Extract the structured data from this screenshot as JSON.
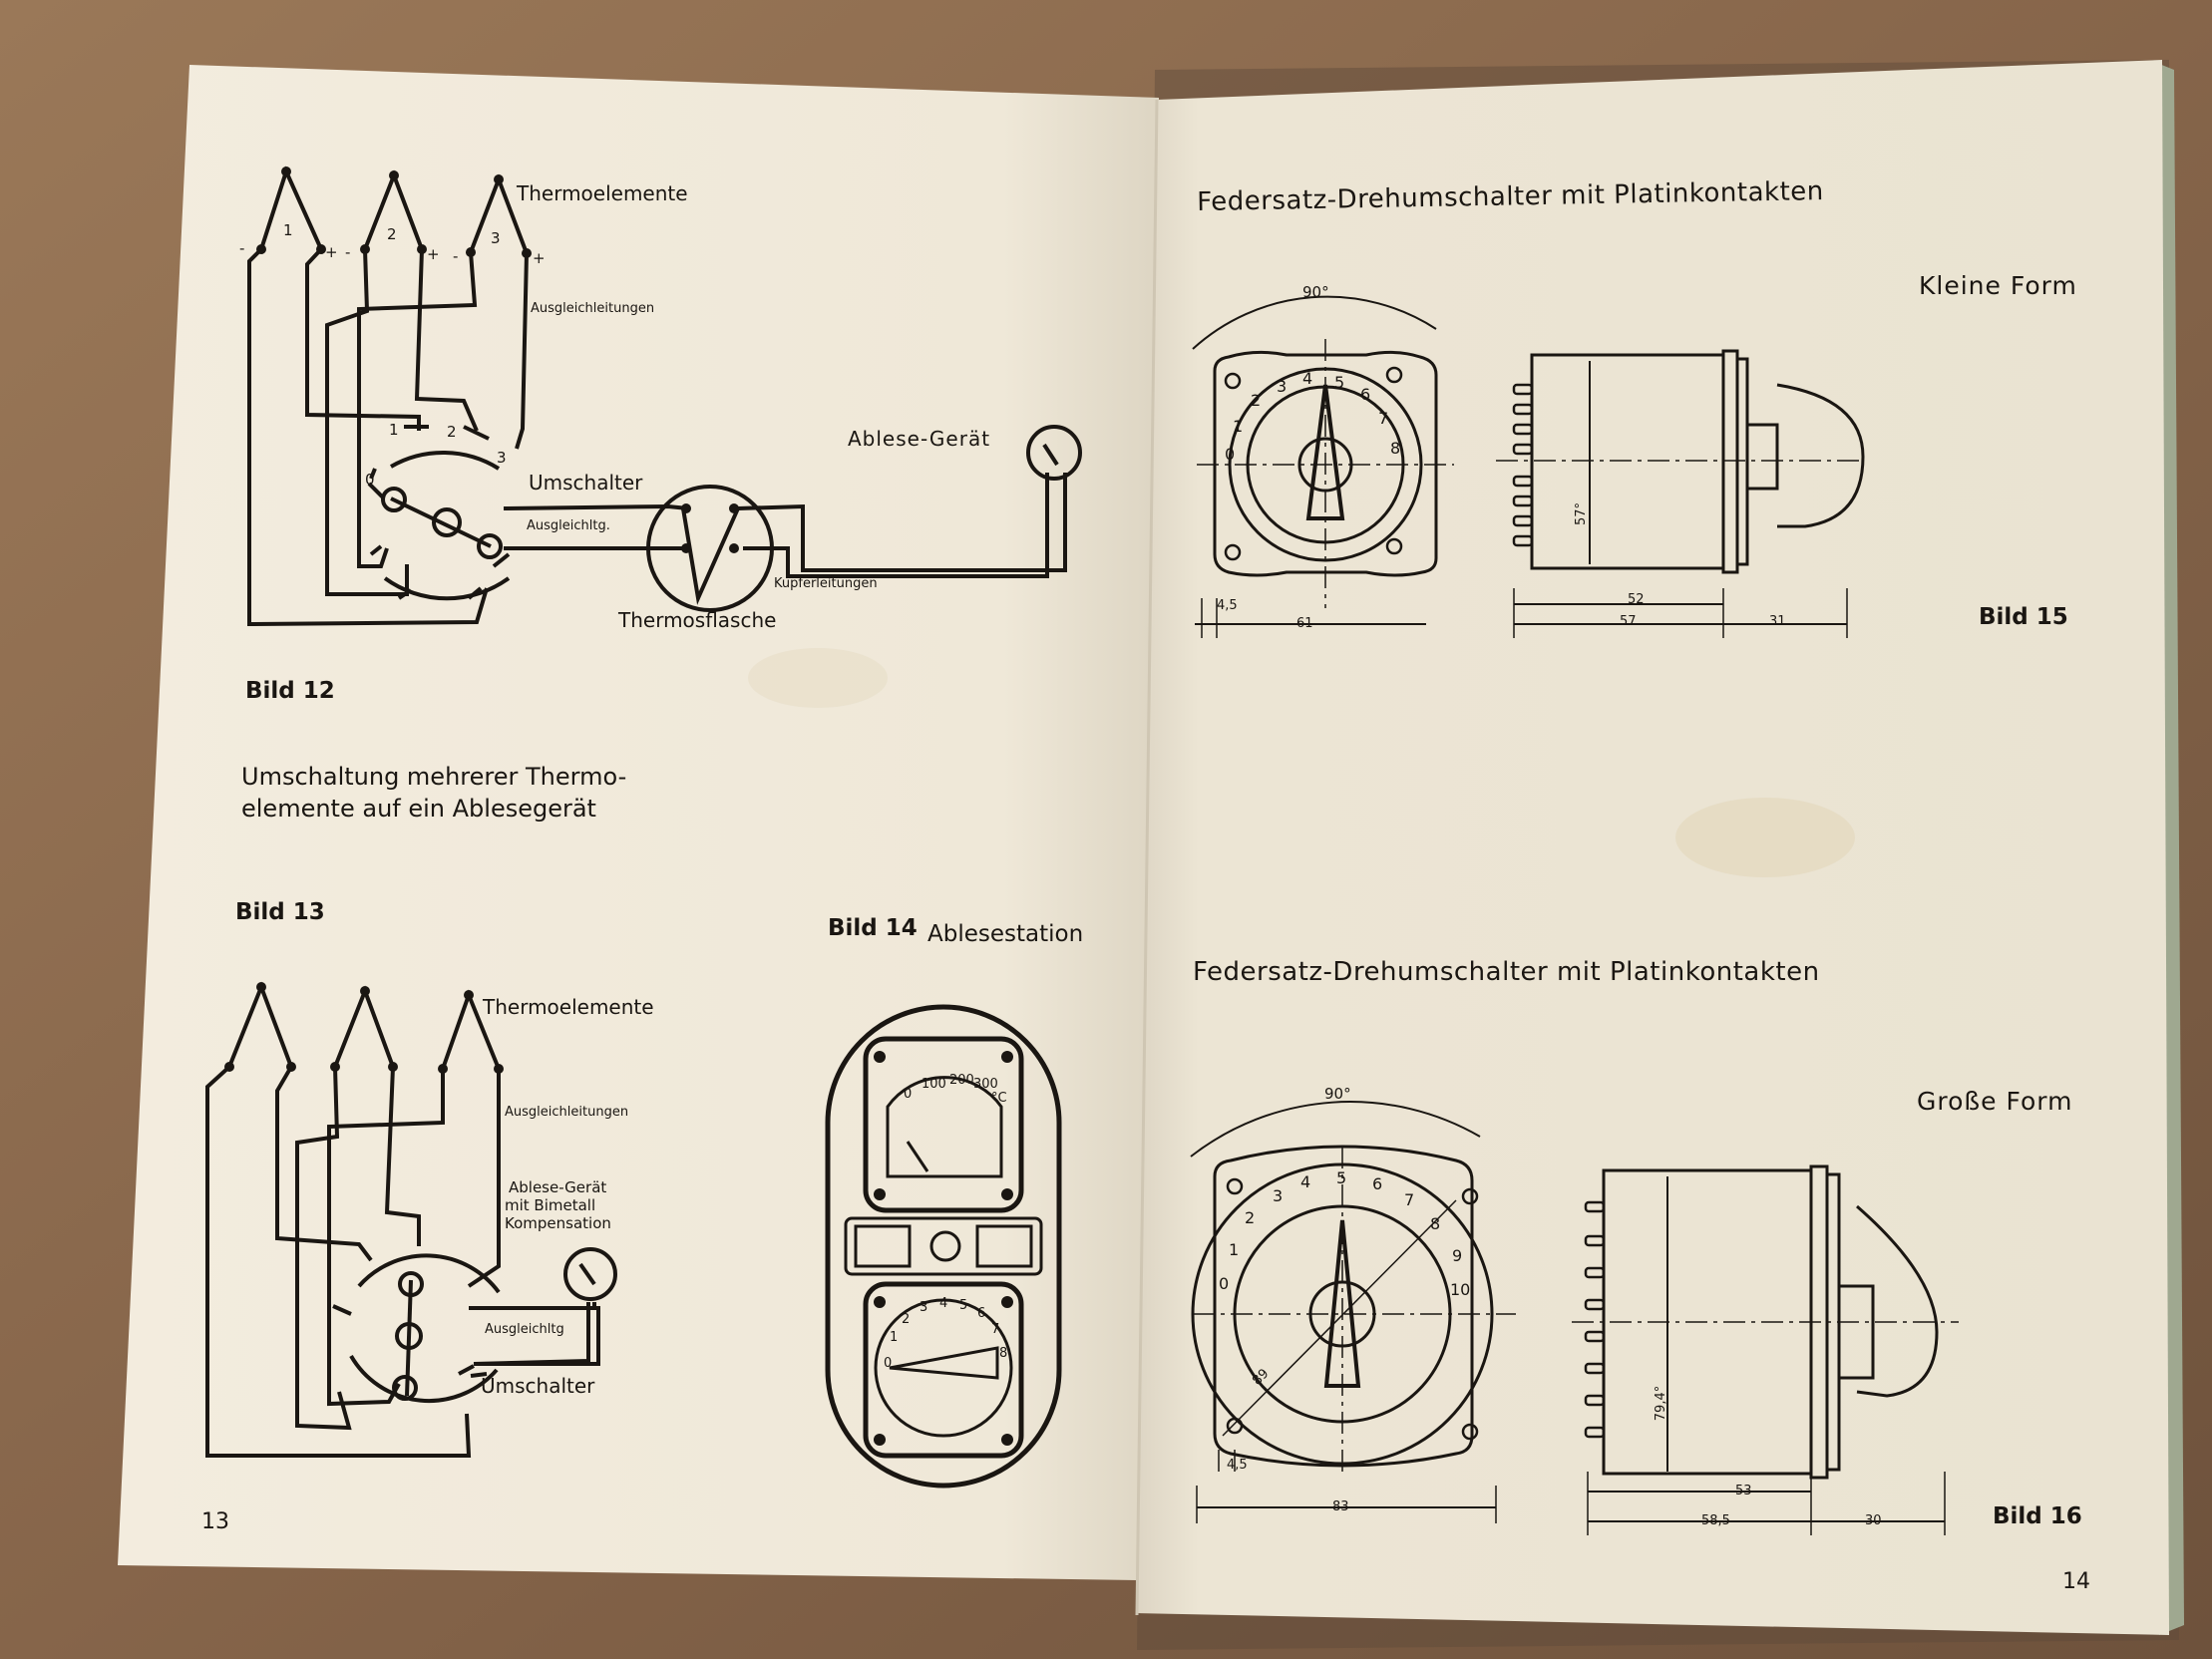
{
  "left_page": {
    "page_number": "13",
    "bild12": {
      "caption": "Bild 12",
      "thermoelemente": "Thermoelemente",
      "ausgleichleitungen": "Ausgleichleitungen",
      "umschalter": "Umschalter",
      "ablese_geraet": "Ablese-Gerät",
      "ausgleichltg": "Ausgleichltg.",
      "kupferleitungen": "Kupferleitungen",
      "thermosflasche": "Thermosflasche",
      "element_numbers": [
        "1",
        "2",
        "3"
      ],
      "switch_positions": [
        "0",
        "1",
        "2",
        "3"
      ],
      "polarity_minus": "-",
      "polarity_plus": "+"
    },
    "description_line1": "Umschaltung mehrerer Thermo-",
    "description_line2": "elemente auf ein Ablesegerät",
    "bild13": {
      "caption": "Bild 13",
      "thermoelemente": "Thermoelemente",
      "ausgleichleitungen": "Ausgleichleitungen",
      "ablese_line1": "Ablese-Gerät",
      "ablese_line2": "mit Bimetall",
      "ablese_line3": "Kompensation",
      "ausgleichltg": "Ausgleichltg",
      "umschalter": "Umschalter"
    },
    "bild14": {
      "caption": "Bild 14",
      "title": "Ablesestation",
      "scale": [
        "0",
        "100",
        "200",
        "300",
        "°C"
      ],
      "dial_numbers": [
        "0",
        "1",
        "2",
        "3",
        "4",
        "5",
        "6",
        "7",
        "8"
      ]
    }
  },
  "right_page": {
    "page_number": "14",
    "top": {
      "title": "Federsatz-Drehumschalter mit Platinkontakten",
      "form": "Kleine Form",
      "caption": "Bild 15",
      "angle": "90°",
      "dial_numbers": [
        "0",
        "1",
        "2",
        "3",
        "4",
        "5",
        "6",
        "7",
        "8"
      ],
      "dim_small": "4,5",
      "dim_width": "61",
      "dim_height": "57°",
      "dim_body": "52",
      "dim_total": "57",
      "dim_knob": "31"
    },
    "bottom": {
      "title": "Federsatz-Drehumschalter mit Platinkontakten",
      "form": "Große Form",
      "caption": "Bild 16",
      "angle": "90°",
      "dial_numbers": [
        "0",
        "1",
        "2",
        "3",
        "4",
        "5",
        "6",
        "7",
        "8",
        "9",
        "10"
      ],
      "dim_small": "4,5",
      "dim_width": "83",
      "dim_diag": "89",
      "dim_height": "79,4°",
      "dim_body": "53",
      "dim_total": "58,5",
      "dim_knob": "30"
    }
  },
  "colors": {
    "table": "#8a6a50",
    "paper_left": "#f1eadb",
    "paper_right": "#ede6d6",
    "ink": "#1a1612"
  }
}
